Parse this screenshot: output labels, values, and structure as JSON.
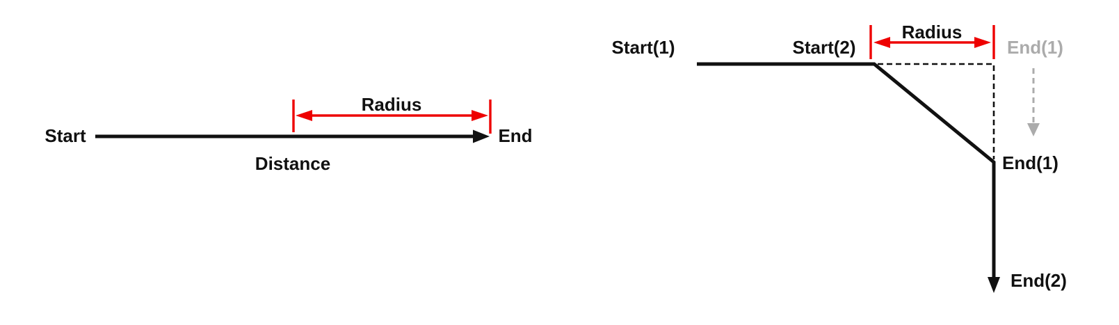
{
  "diagrams": {
    "left": {
      "start_label": "Start",
      "end_label": "End",
      "distance_label": "Distance",
      "radius_label": "Radius"
    },
    "right": {
      "start1_label": "Start(1)",
      "start2_label": "Start(2)",
      "radius_label": "Radius",
      "end1_ghost_label": "End(1)",
      "end1_label": "End(1)",
      "end2_label": "End(2)"
    }
  },
  "colors": {
    "line": "#111111",
    "measure": "#ee0000",
    "ghost": "#ababab",
    "background": "#ffffff"
  }
}
